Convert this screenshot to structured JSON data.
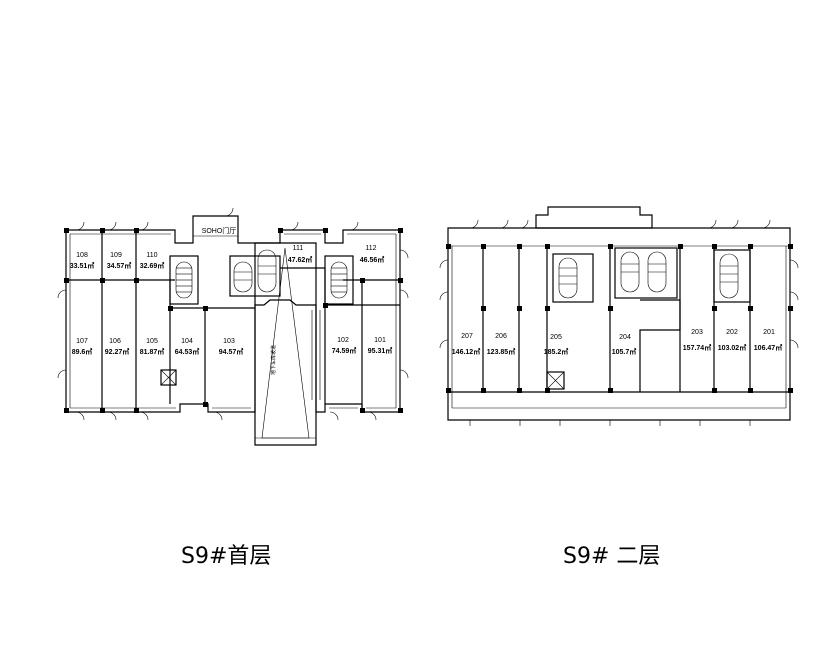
{
  "captions": {
    "ground_floor": "S9#首层",
    "second_floor": "S9# 二层"
  },
  "ground_floor": {
    "entrance_label": "SOHO门厅",
    "ramp_label": "地下车库坡道",
    "units": [
      {
        "no": "108",
        "area": "33.51㎡"
      },
      {
        "no": "109",
        "area": "34.57㎡"
      },
      {
        "no": "110",
        "area": "32.69㎡"
      },
      {
        "no": "111",
        "area": "47.62㎡"
      },
      {
        "no": "112",
        "area": "46.56㎡"
      },
      {
        "no": "107",
        "area": "89.6㎡"
      },
      {
        "no": "106",
        "area": "92.27㎡"
      },
      {
        "no": "105",
        "area": "81.87㎡"
      },
      {
        "no": "104",
        "area": "64.53㎡"
      },
      {
        "no": "103",
        "area": "94.57㎡"
      },
      {
        "no": "102",
        "area": "74.59㎡"
      },
      {
        "no": "101",
        "area": "95.31㎡"
      }
    ]
  },
  "second_floor": {
    "units": [
      {
        "no": "207",
        "area": "146.12㎡"
      },
      {
        "no": "206",
        "area": "123.85㎡"
      },
      {
        "no": "205",
        "area": "185.2㎡"
      },
      {
        "no": "204",
        "area": "105.7㎡"
      },
      {
        "no": "203",
        "area": "157.74㎡"
      },
      {
        "no": "202",
        "area": "103.02㎡"
      },
      {
        "no": "201",
        "area": "106.47㎡"
      }
    ]
  }
}
